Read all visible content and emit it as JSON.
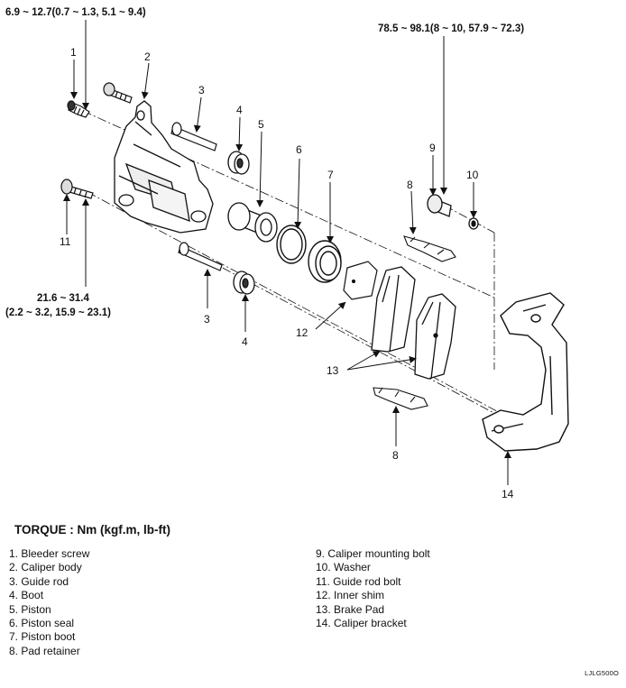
{
  "diagram": {
    "torque_top_left": "6.9 ~ 12.7(0.7 ~ 1.3, 5.1 ~ 9.4)",
    "torque_top_right": "78.5 ~ 98.1(8 ~ 10, 57.9 ~ 72.3)",
    "torque_guide_line1": "21.6 ~ 31.4",
    "torque_guide_line2": "(2.2 ~ 3.2, 15.9 ~ 23.1)",
    "callouts": {
      "n1": "1",
      "n2": "2",
      "n3a": "3",
      "n3b": "3",
      "n4a": "4",
      "n4b": "4",
      "n5": "5",
      "n6": "6",
      "n7": "7",
      "n8a": "8",
      "n8b": "8",
      "n9": "9",
      "n10": "10",
      "n11": "11",
      "n12": "12",
      "n13": "13",
      "n14": "14"
    }
  },
  "torque_heading": "TORQUE : Nm (kgf.m, lb-ft)",
  "legend_left": [
    "1. Bleeder screw",
    "2. Caliper  body",
    "3. Guide rod",
    "4. Boot",
    "5. Piston",
    "6. Piston seal",
    "7. Piston boot",
    "8. Pad retainer"
  ],
  "legend_right": [
    "9. Caliper mounting bolt",
    "10. Washer",
    "11. Guide rod bolt",
    "12. Inner shim",
    "13. Brake Pad",
    "14. Caliper bracket"
  ],
  "drawing_code": "LJLG500O"
}
